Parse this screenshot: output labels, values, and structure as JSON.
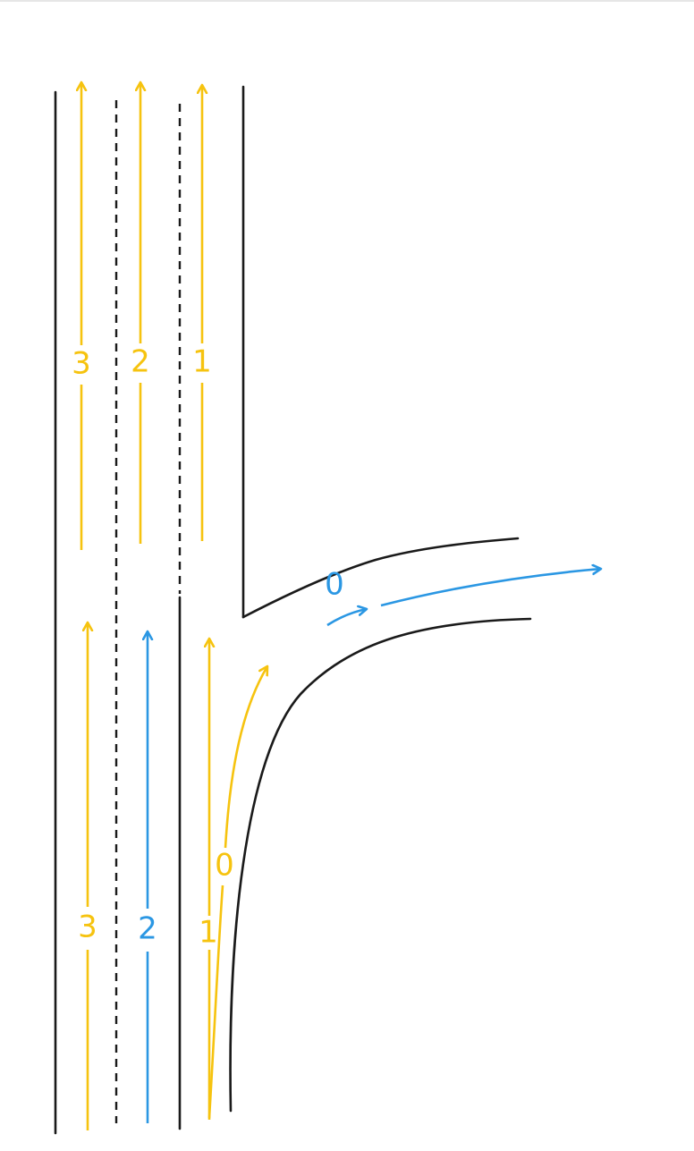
{
  "colors": {
    "yellow": "#f6c30f",
    "blue": "#2b97e3",
    "road": "#1a1a1a"
  },
  "icons": {
    "arrowhead": "chevron-arrowhead-icon"
  },
  "lanes": {
    "upper": [
      {
        "label": "3",
        "color": "yellow"
      },
      {
        "label": "2",
        "color": "yellow"
      },
      {
        "label": "1",
        "color": "yellow"
      }
    ],
    "lower": [
      {
        "label": "3",
        "color": "yellow"
      },
      {
        "label": "2",
        "color": "blue"
      },
      {
        "label": "1",
        "color": "yellow"
      },
      {
        "label": "0",
        "color": "yellow"
      }
    ],
    "ramp": [
      {
        "label": "0",
        "color": "blue"
      }
    ]
  }
}
